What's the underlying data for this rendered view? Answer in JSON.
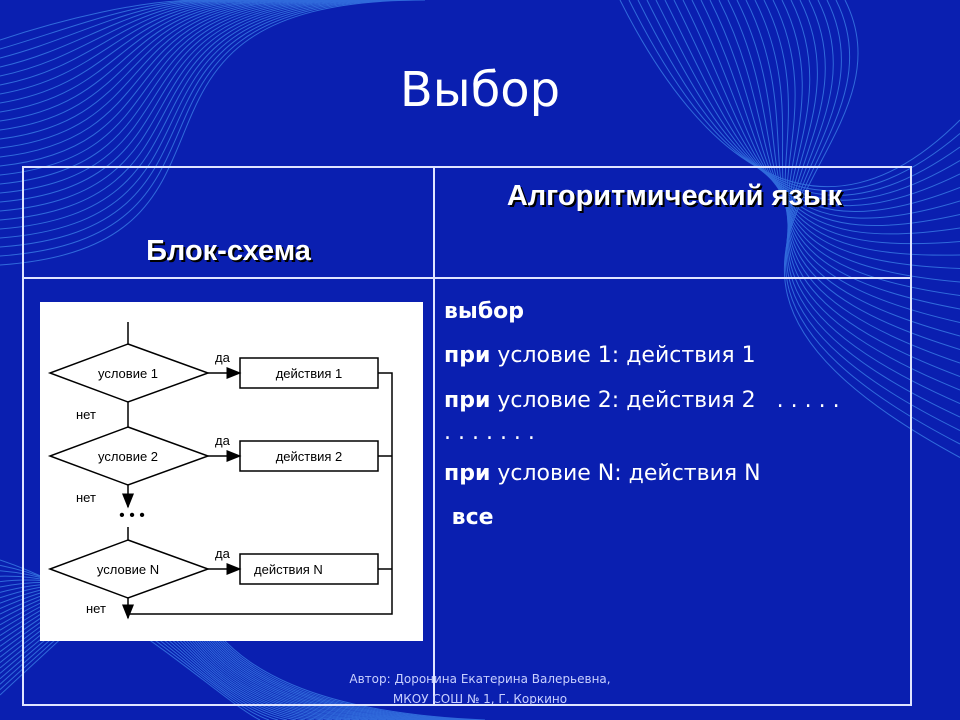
{
  "slide": {
    "title": "Выбор",
    "table": {
      "col_left_header": "Блок-схема",
      "col_right_header": "Алгоритмический язык"
    },
    "flowchart": {
      "conditions": [
        "условие 1",
        "условие 2",
        "условие N"
      ],
      "actions": [
        "действия 1",
        "действия 2",
        "действия"
      ],
      "action_n_suffix": "N",
      "yes_label": "да",
      "no_label": "нет",
      "ellipsis": "• • •"
    },
    "code": {
      "line1_kw": "выбор",
      "line2_kw": "при",
      "line2_rest": " условие 1: действия 1",
      "line3_kw": "при",
      "line3_rest": " условие 2: действия 2   . . . . .",
      "line4": ". . . . . . .",
      "line5_kw": "при",
      "line5_rest": " условие N: действия N",
      "line6_kw": " все"
    },
    "footer": {
      "line1": "Автор: Доронина Екатерина Валерьевна,",
      "line2": "МКОУ СОШ № 1, Г. Коркино"
    },
    "colors": {
      "background": "#0a1fb0",
      "pattern": "#4fa8ff",
      "text": "#ffffff"
    }
  }
}
